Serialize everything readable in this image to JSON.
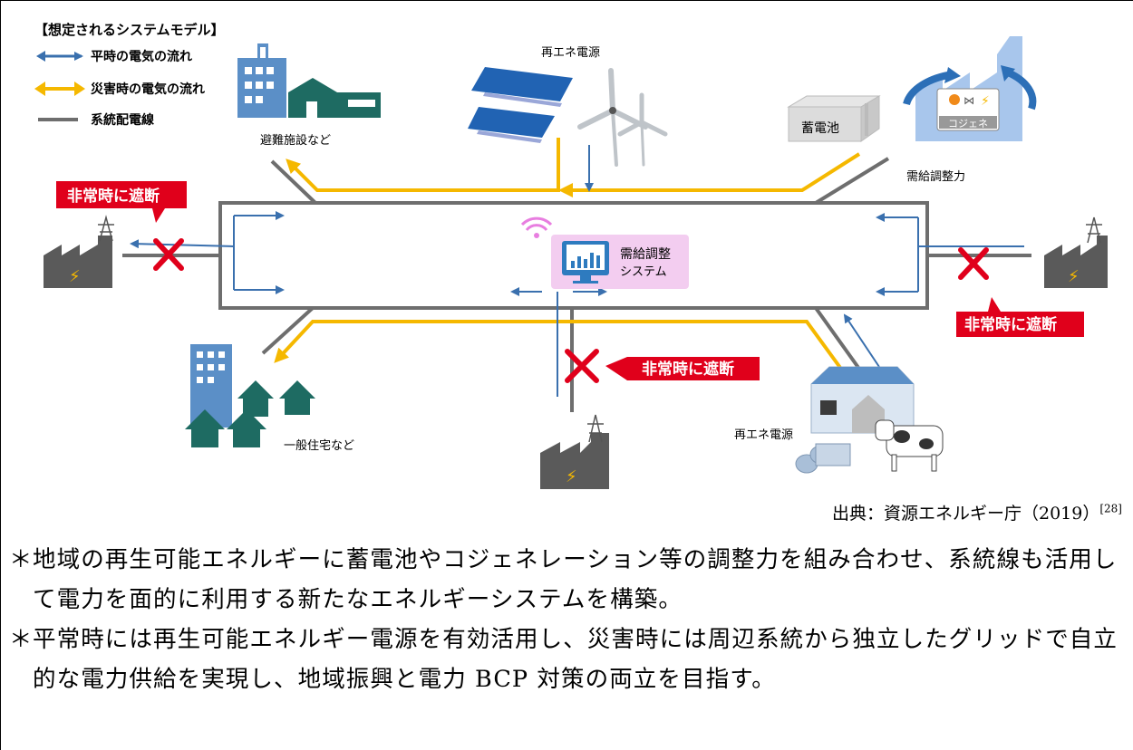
{
  "legend": {
    "title": "【想定されるシステムモデル】",
    "normal_flow": "平時の電気の流れ",
    "disaster_flow": "災害時の電気の流れ",
    "grid_line": "系統配電線"
  },
  "labels": {
    "renewable_top": "再エネ電源",
    "evacuation": "避難施設など",
    "battery": "蓄電池",
    "cogen": "コジェネ",
    "supply_adjust": "需給調整力",
    "system_line1": "需給調整",
    "system_line2": "システム",
    "houses": "一般住宅など",
    "renewable_bottom": "再エネ電源",
    "cutoff_left": "非常時に遮断",
    "cutoff_right": "非常時に遮断",
    "cutoff_bottom": "非常時に遮断"
  },
  "source": {
    "text": "出典：資源エネルギー庁（2019）",
    "ref": "[28]"
  },
  "bullets": [
    {
      "mark": "＊",
      "text": "地域の再生可能エネルギーに蓄電池やコジェネレーション等の調整力を組み合わせ、系統線も活用して電力を面的に利用する新たなエネルギーシステムを構築。"
    },
    {
      "mark": "＊",
      "text": "平常時には再生可能エネルギー電源を有効活用し、災害時には周辺系統から独立したグリッドで自立的な電力供給を実現し、地域振興と電力 BCP 対策の両立を目指す。"
    }
  ],
  "colors": {
    "normal_flow": "#3a70ae",
    "disaster_flow": "#f5b800",
    "grid": "#6e6e6e",
    "cutoff": "#e0001b",
    "building": "#5b8fc7",
    "house": "#1e6b62"
  }
}
